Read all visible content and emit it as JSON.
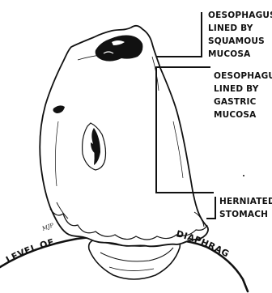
{
  "labels": {
    "squamous": [
      "OESOPHAGUS",
      "LINED BY",
      "SQUAMOUS",
      "MUCOSA"
    ],
    "gastric": [
      "OESOPHAGUS",
      "LINED BY",
      "GASTRIC",
      "MUCOSA"
    ],
    "hernia": [
      "HERNIATED",
      "STOMACH"
    ],
    "level": "LEVEL OF",
    "diaphragm": "DIAPHRAGM",
    "signature": "MJP"
  },
  "colors": {
    "ink": "#111111",
    "paper": "#ffffff"
  }
}
